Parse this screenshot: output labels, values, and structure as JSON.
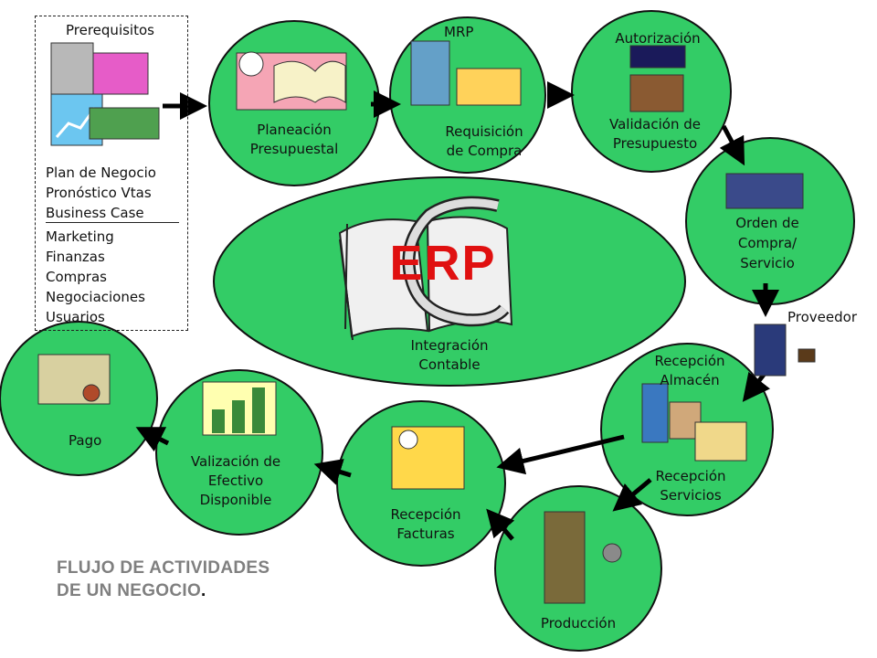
{
  "prerequisites": {
    "title": "Prerequisitos",
    "items_a": [
      "Plan de Negocio",
      "Pronóstico Vtas",
      "Business Case"
    ],
    "items_b": [
      "Marketing",
      "Finanzas",
      "Compras",
      "Negociaciones",
      "Usuarios"
    ]
  },
  "steps": {
    "planeacion": [
      "Planeación",
      "Presupuestal"
    ],
    "mrp_title": "MRP",
    "requisicion": [
      "Requisición",
      "de Compra"
    ],
    "autorizacion_title": "Autorización",
    "validacion": [
      "Validación de",
      "Presupuesto"
    ],
    "orden": [
      "Orden de",
      "Compra/",
      "Servicio"
    ],
    "proveedor": "Proveedor",
    "recepcion_almacen": [
      "Recepción",
      "Almacén"
    ],
    "recepcion_servicios": [
      "Recepción",
      "Servicios"
    ],
    "produccion": "Producción",
    "recepcion_facturas": [
      "Recepción",
      "Facturas"
    ],
    "valizacion": [
      "Valización de",
      "Efectivo",
      "Disponible"
    ],
    "pago": "Pago"
  },
  "center": {
    "logo_text": "ERP",
    "label": [
      "Integración",
      "Contable"
    ]
  },
  "footer": {
    "line1": "FLUJO DE ACTIVIDADES",
    "line2": "DE UN NEGOCIO",
    "dot": "."
  },
  "colors": {
    "circle_fill": "#33cc66",
    "circle_stroke": "#111111",
    "logo_red": "#e01010",
    "footer_gray": "#7f7f7f"
  }
}
